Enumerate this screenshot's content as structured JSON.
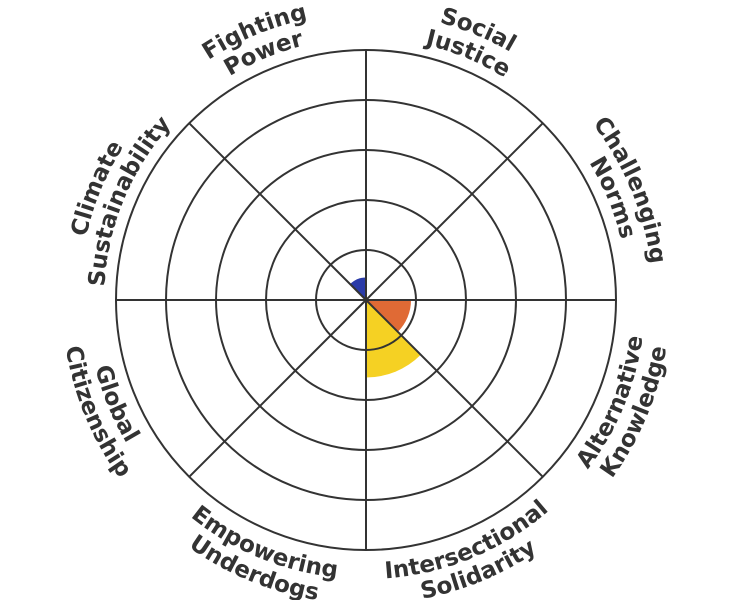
{
  "chart_data": {
    "type": "radial_bar",
    "rings": 5,
    "grid": true,
    "axis_max": 5,
    "categories": [
      {
        "line1": "Social",
        "line2": "Justice"
      },
      {
        "line1": "Challenging",
        "line2": "Norms"
      },
      {
        "line1": "Alternative",
        "line2": "Knowledge"
      },
      {
        "line1": "Intersectional",
        "line2": "Solidarity"
      },
      {
        "line1": "Empowering",
        "line2": "Underdogs"
      },
      {
        "line1": "Global",
        "line2": "Citizenship"
      },
      {
        "line1": "Climate",
        "line2": "Sustainability"
      },
      {
        "line1": "Fighting",
        "line2": "Power"
      }
    ],
    "values": [
      0,
      0,
      0.9,
      1.55,
      0,
      0,
      0,
      0.45
    ],
    "colors": [
      "#cccccc",
      "#cccccc",
      "#e06a35",
      "#f5d123",
      "#cccccc",
      "#cccccc",
      "#cccccc",
      "#2a3ba8"
    ],
    "grid_color": "#333333"
  }
}
